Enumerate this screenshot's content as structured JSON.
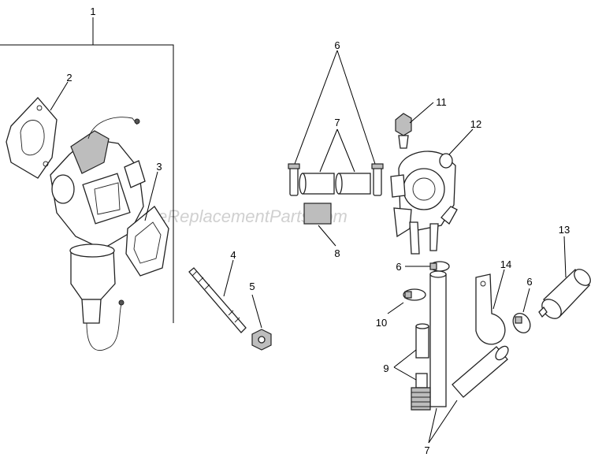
{
  "watermark": "eReplacementParts.com",
  "callouts": {
    "c1": "1",
    "c2": "2",
    "c3": "3",
    "c4": "4",
    "c5": "5",
    "c6a": "6",
    "c6b": "6",
    "c6c": "6",
    "c7a": "7",
    "c7b": "7",
    "c8": "8",
    "c9": "9",
    "c10": "10",
    "c11": "11",
    "c12": "12",
    "c13": "13",
    "c14": "14"
  }
}
